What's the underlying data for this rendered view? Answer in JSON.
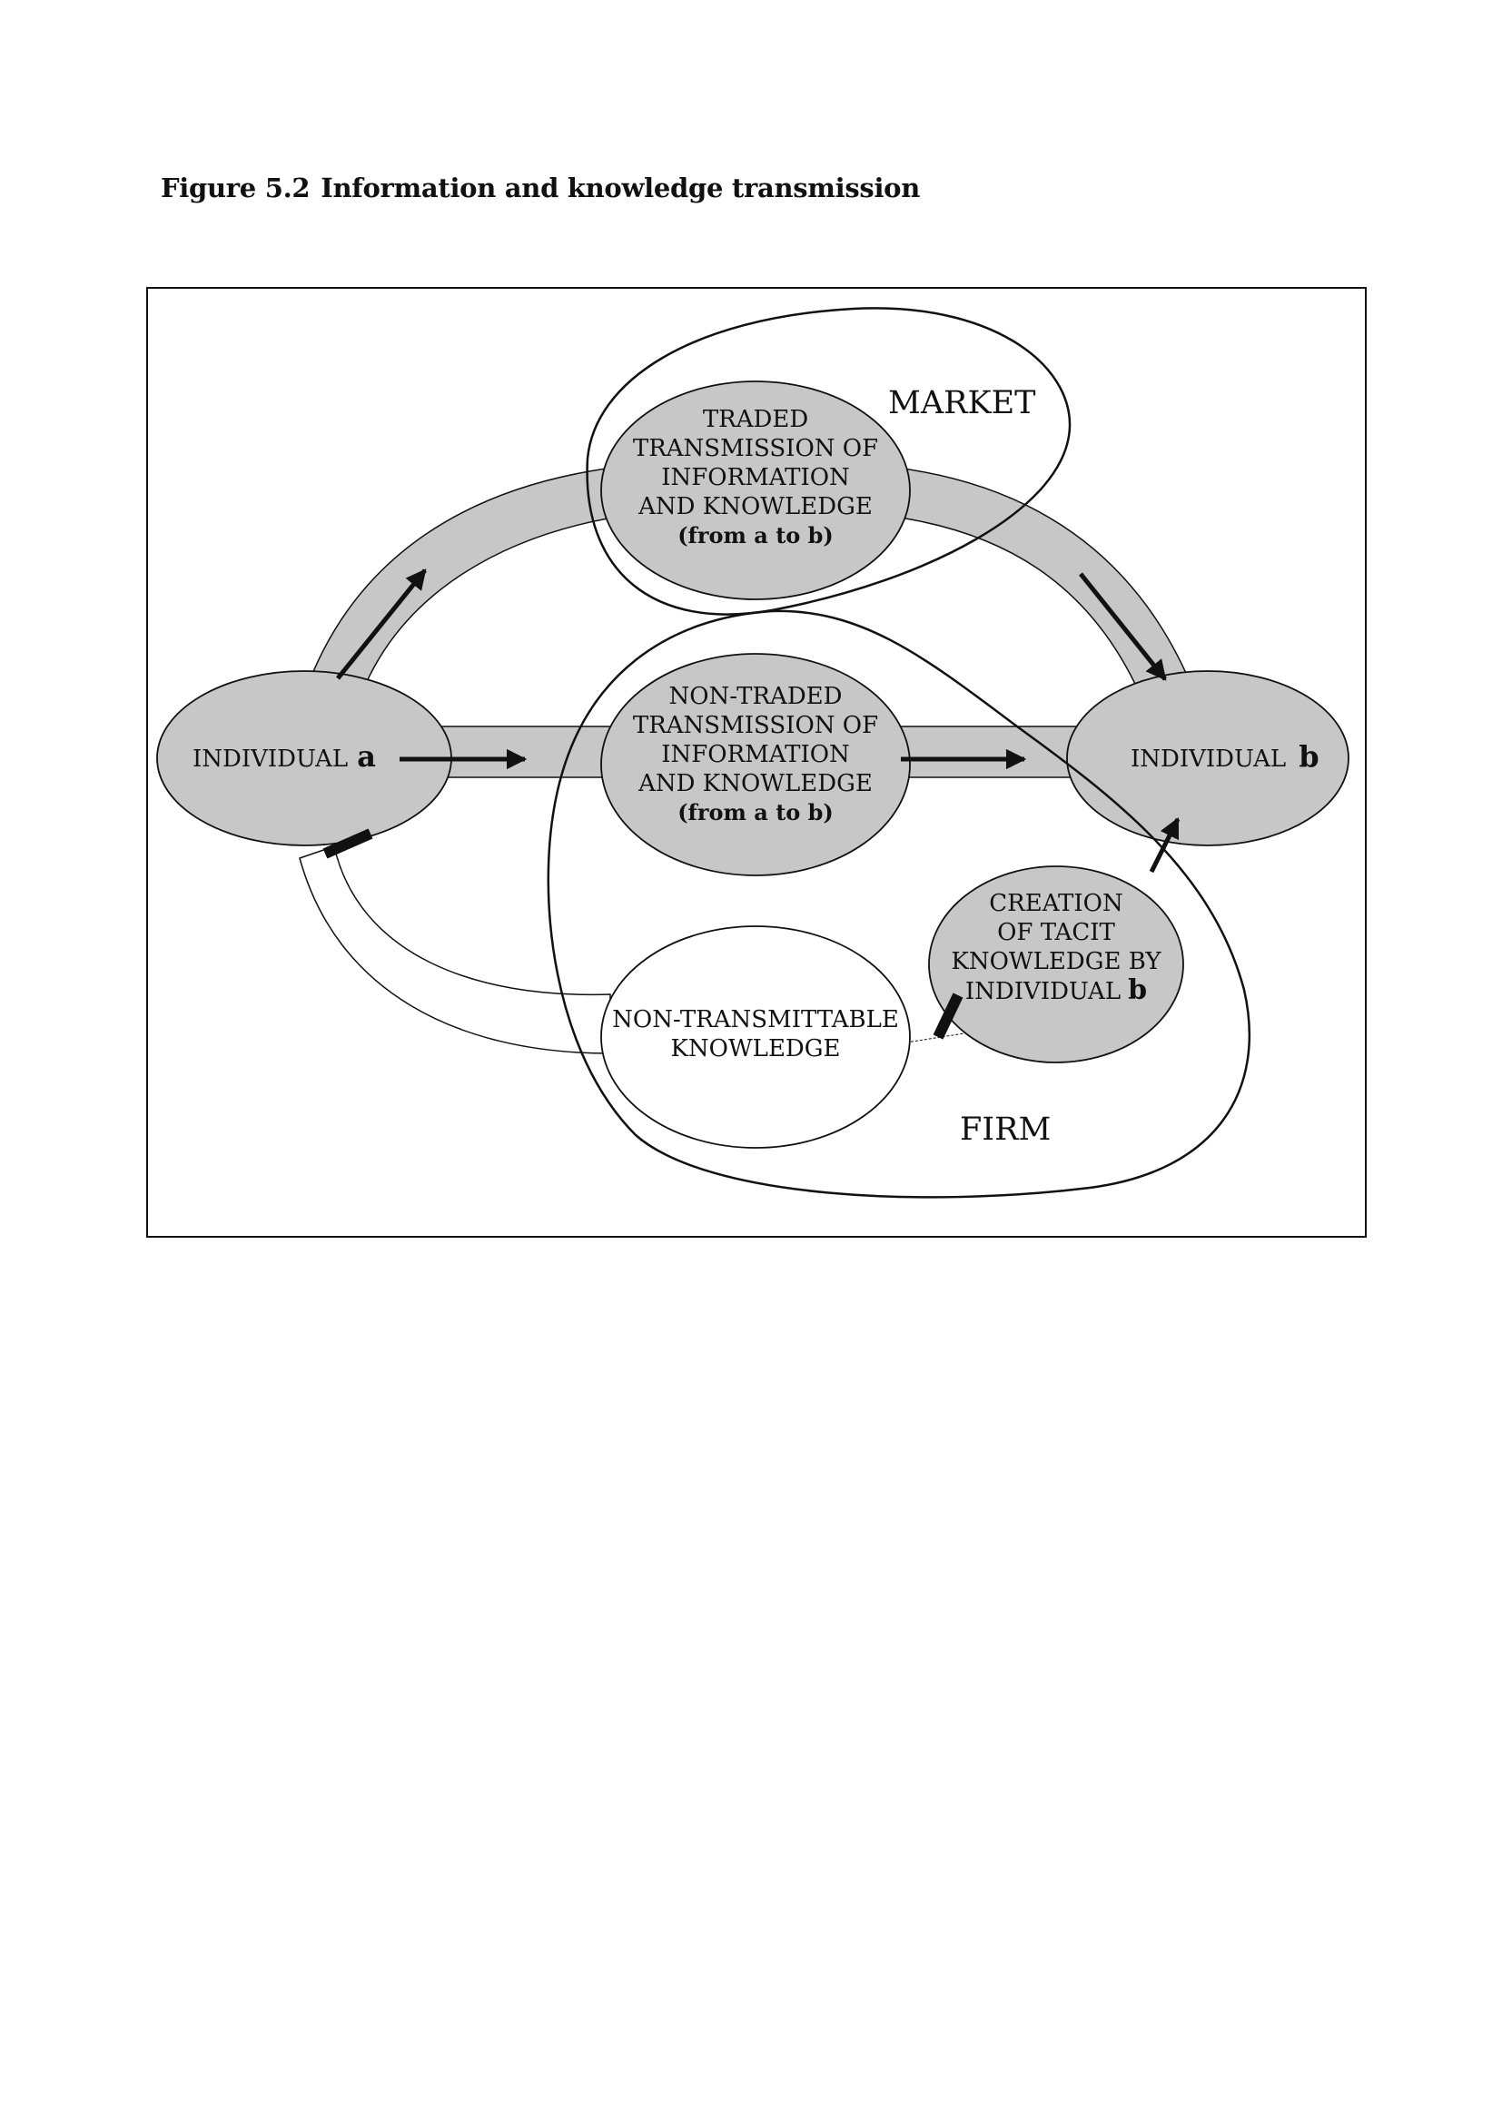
{
  "figure": {
    "number": "Figure 5.2",
    "title": "Information and knowledge transmission"
  },
  "regions": {
    "market": "MARKET",
    "firm": "FIRM"
  },
  "nodes": {
    "individual_a": {
      "text": "INDIVIDUAL",
      "letter": "a"
    },
    "individual_b": {
      "text": "INDIVIDUAL",
      "letter": "b"
    },
    "traded": {
      "lines": [
        "TRADED",
        "TRANSMISSION OF",
        "INFORMATION",
        "AND KNOWLEDGE"
      ],
      "sub": "(from a to b)"
    },
    "non_traded": {
      "lines": [
        "NON-TRADED",
        "TRANSMISSION OF",
        "INFORMATION",
        "AND KNOWLEDGE"
      ],
      "sub": "(from a to b)"
    },
    "non_transmittable": {
      "lines": [
        "NON-TRANSMITTABLE",
        "KNOWLEDGE"
      ]
    },
    "tacit": {
      "lines": [
        "CREATION",
        "OF TACIT",
        "KNOWLEDGE BY"
      ],
      "last": "INDIVIDUAL",
      "letter": "b"
    }
  },
  "colors": {
    "node_fill": "#c7c7c7",
    "band_fill": "#c7c7c7",
    "stroke": "#111111",
    "background": "#ffffff"
  }
}
